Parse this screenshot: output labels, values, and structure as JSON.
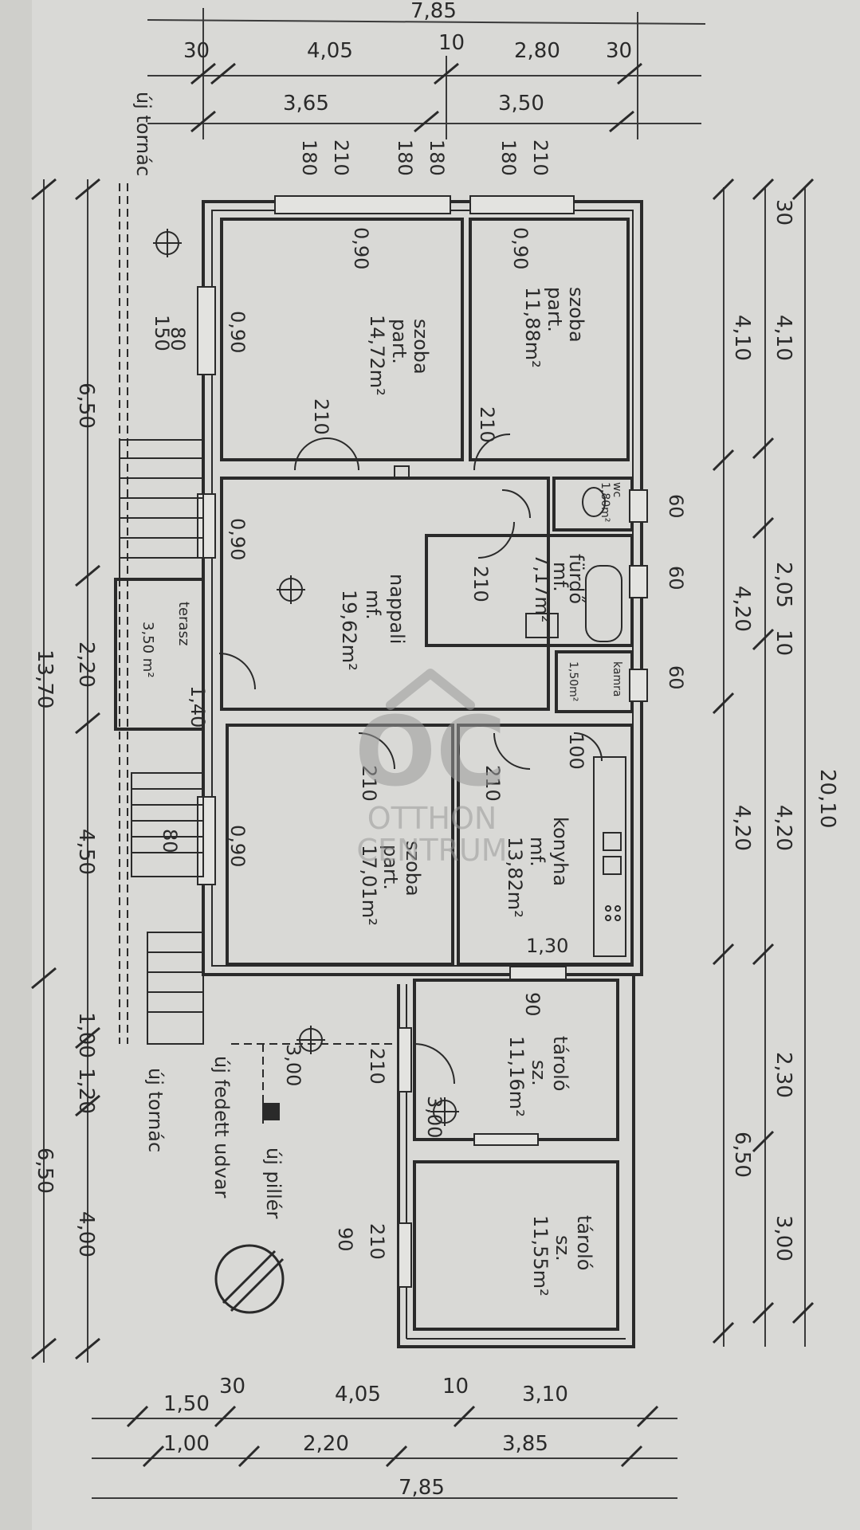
{
  "colors": {
    "paper": "#d9d9d6",
    "ink": "#2a2a2a",
    "watermark": "#9a9a9a"
  },
  "watermark": {
    "logo_text": "OC",
    "line1": "OTTHON",
    "line2": "CENTRUM"
  },
  "dims_top": {
    "overall": "7,85",
    "d1": "4,05",
    "d2": "2,80",
    "d3": "3,65",
    "d4": "3,50",
    "wall": "30",
    "mid": "10"
  },
  "dims_bottom": {
    "overall": "7,85",
    "a": "1,50",
    "b": "4,05",
    "c": "3,10",
    "d": "1,00",
    "e": "2,20",
    "f": "3,85",
    "g": "30",
    "h": "10"
  },
  "dims_right": {
    "overall": "20,10",
    "r1": "4,10",
    "r2": "2,05",
    "r3": "4,20",
    "r4": "2,30",
    "r5": "3,00",
    "r6": "30",
    "r7": "10",
    "r8": "6,50"
  },
  "dims_left": {
    "l1": "6,50",
    "l2": "2,20",
    "l3": "4,50",
    "l4": "4,00",
    "l5": "6,50",
    "l6": "1,00",
    "l7": "1,20",
    "l8": "13,70"
  },
  "openings": {
    "w1": "180",
    "w2": "210",
    "w3": "0,90",
    "w4": "150",
    "w5": "80",
    "w6": "100",
    "w7": "60",
    "w8": "1,40",
    "w9": "3,00",
    "w10": "1,30",
    "w11": "210",
    "w12": "90"
  },
  "rooms": {
    "r1": {
      "name": "szoba",
      "floor": "part.",
      "area": "14,72m²"
    },
    "r2": {
      "name": "szoba",
      "floor": "part.",
      "area": "11,88m²"
    },
    "r3": {
      "name": "nappali",
      "floor": "mf.",
      "area": "19,62m²"
    },
    "r4": {
      "name": "fürdő",
      "floor": "mf.",
      "area": "7,17m²"
    },
    "r5": {
      "name": "wc",
      "area": "1,80m²"
    },
    "r6": {
      "name": "kamra",
      "area": "1,50m²"
    },
    "r7": {
      "name": "terasz",
      "area": "3,50 m²"
    },
    "r8": {
      "name": "szoba",
      "floor": "part.",
      "area": "17,01m²"
    },
    "r9": {
      "name": "konyha",
      "floor": "mf.",
      "area": "13,82m²"
    },
    "r10": {
      "name": "tároló",
      "floor": "sz.",
      "area": "11,16m²"
    },
    "r11": {
      "name": "tároló",
      "floor": "sz.",
      "area": "11,55m²"
    }
  },
  "notes": {
    "n1": "új tornác",
    "n2": "új tornác",
    "n3": "új fedett udvar",
    "n4": "új pillér"
  }
}
